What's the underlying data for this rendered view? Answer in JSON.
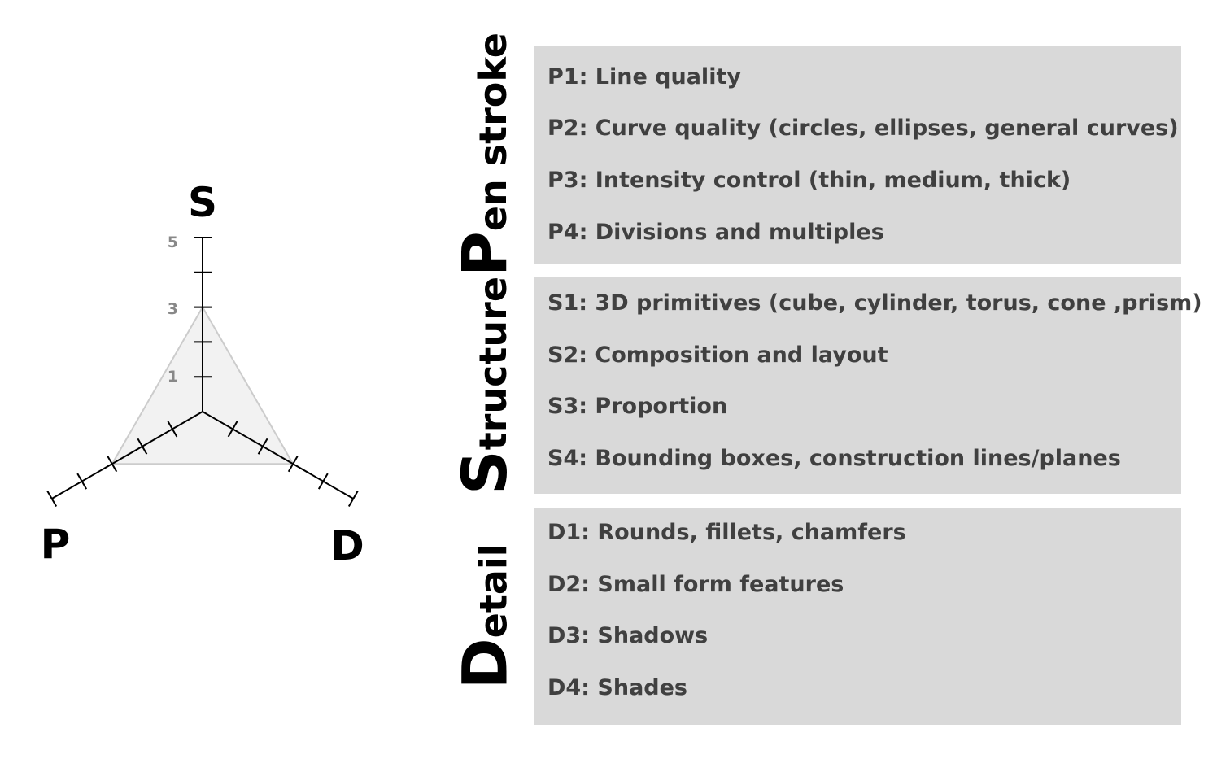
{
  "radar": {
    "axes": [
      {
        "key": "S",
        "label": "S"
      },
      {
        "key": "P",
        "label": "P"
      },
      {
        "key": "D",
        "label": "D"
      }
    ],
    "scale_max": 5,
    "tick_count": 5,
    "tick_labels": [
      "1",
      "3",
      "5"
    ],
    "values": {
      "S": 3,
      "P": 3,
      "D": 3
    },
    "colors": {
      "axis": "#000000",
      "fill": "#f2f2f2",
      "edge": "#cccccc",
      "tick_label": "#888888"
    }
  },
  "categories": [
    {
      "initial": "P",
      "rest": "en stroke",
      "items": [
        "P1: Line quality",
        "P2: Curve quality (circles, ellipses, general curves)",
        "P3: Intensity control (thin, medium, thick)",
        "P4: Divisions and multiples"
      ]
    },
    {
      "initial": "S",
      "rest": "tructure",
      "items": [
        "S1: 3D primitives (cube, cylinder, torus, cone ,prism)",
        "S2: Composition and layout",
        "S3: Proportion",
        "S4: Bounding boxes, construction lines/planes"
      ]
    },
    {
      "initial": "D",
      "rest": "etail",
      "items": [
        "D1: Rounds, fillets, chamfers",
        "D2: Small form features",
        "D3: Shadows",
        "D4: Shades"
      ]
    }
  ],
  "colors": {
    "box_background": "#d9d9d9",
    "item_text": "#404040"
  }
}
